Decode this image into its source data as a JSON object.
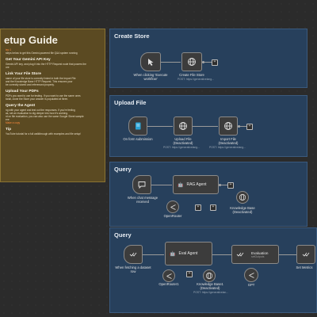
{
  "guide": {
    "title": "etup Guide",
    "lines": [
      {
        "kind": "t",
        "text": "tep 1",
        "orange": true
      },
      {
        "kind": "t",
        "text": "steps below to get this Gemini-powered file Q&A system running"
      },
      {
        "kind": "h",
        "text": "Get Your Gemini API Key"
      },
      {
        "kind": "t",
        "text": "Gemini API key, and plug it into the HTTP Request node that powers the"
      },
      {
        "kind": "t",
        "text": "ore"
      },
      {
        "kind": "h",
        "text": "Link Your File Store"
      },
      {
        "kind": "t",
        "text": "name of your file store is correctly linked in both the Import File"
      },
      {
        "kind": "t",
        "text": "and the Knowledge Base HTTP Request. This ensures your"
      },
      {
        "kind": "t",
        "text": "be correctly stored and referenced properly."
      },
      {
        "kind": "h",
        "text": "Upload Your PDFs"
      },
      {
        "kind": "t",
        "text": "PDFs you want to use for testing. If you want to use the same ones"
      },
      {
        "kind": "t",
        "text": "torial, clone the Store your answer is populated at three."
      },
      {
        "kind": "h",
        "text": "Query the Agent"
      },
      {
        "kind": "t",
        "text": "ng with your agent and test out the responses. If you're feeling"
      },
      {
        "kind": "t",
        "text": "as, set an evaluation to dig deeper into how it's working."
      },
      {
        "kind": "t",
        "text": "nt on file evaluation, you can also use the same Google Sheet sample"
      },
      {
        "kind": "t",
        "text": "ere"
      },
      {
        "kind": "t",
        "text": "Make a copy",
        "orange": true
      },
      {
        "kind": "h",
        "text": "Tip"
      },
      {
        "kind": "t",
        "text": "YouTube tutorial for a full walkthrough with examples and file setup!"
      }
    ]
  },
  "sections": {
    "create": {
      "title": "Create Store"
    },
    "upload": {
      "title": "Upload File"
    },
    "query1": {
      "title": "Query"
    },
    "query2": {
      "title": "Query"
    }
  },
  "nodes": {
    "exec_trigger": {
      "label": "When clicking 'Execute\nworkflow'"
    },
    "create_file_store": {
      "label": "Create File Store",
      "sub": "POST: https://generativelang..."
    },
    "form_submission": {
      "label": "On form submission"
    },
    "upload_file": {
      "label": "Upload File\n(Deactivated)",
      "sub": "POST: https://generativelang..."
    },
    "import_file": {
      "label": "Import File\n(Deactivated)",
      "sub": "POST: https://generativelang..."
    },
    "chat_trigger": {
      "label": "When chat message\nreceived"
    },
    "rag_agent": {
      "title": "RAG Agent"
    },
    "openrouter": {
      "label": "OpenRouter"
    },
    "knowledge_base": {
      "label": "Knowledge Base\n(Deactivated)"
    },
    "dataset_trigger": {
      "label": "When fetching a dataset\nrow"
    },
    "eval_agent": {
      "title": "Eval Agent"
    },
    "openrouter1": {
      "label": "OpenRouter1"
    },
    "knowledge_base1": {
      "label": "Knowledge Base1\n(Deactivated)",
      "sub": "POST: https://generativelan..."
    },
    "evaluation": {
      "title": "Evaluation",
      "sub": "setOutputs"
    },
    "gpt": {
      "label": "GPT"
    },
    "set_metrics": {
      "label": "Set Metrics"
    }
  },
  "colors": {
    "section_bg": "#27405c",
    "guide_bg": "#5b4a22",
    "accent_orange": "#ff8a3d"
  }
}
